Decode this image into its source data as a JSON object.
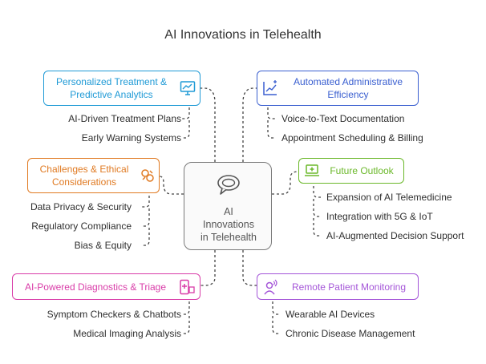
{
  "title": "AI Innovations in Telehealth",
  "center": {
    "label_lines": [
      "AI",
      "Innovations",
      "in Telehealth"
    ],
    "icon": "speech-bubble-icon"
  },
  "colors": {
    "personalized": "#1f9ad6",
    "automated": "#3a5fd0",
    "challenges": "#e07a22",
    "future": "#6bb82a",
    "diagnostics": "#d93ca8",
    "monitoring": "#a455d8"
  },
  "branches": {
    "personalized": {
      "label_lines": [
        "Personalized Treatment &",
        "Predictive Analytics"
      ],
      "icon": "analytics-monitor-icon",
      "items": [
        "AI-Driven Treatment Plans",
        "Early Warning Systems"
      ]
    },
    "automated": {
      "label_lines": [
        "Automated Administrative",
        "Efficiency"
      ],
      "icon": "chart-growth-icon",
      "items": [
        "Voice-to-Text Documentation",
        "Appointment Scheduling & Billing"
      ]
    },
    "challenges": {
      "label_lines": [
        "Challenges & Ethical",
        "Considerations"
      ],
      "icon": "handshake-icon",
      "items": [
        "Data Privacy & Security",
        "Regulatory Compliance",
        "Bias & Equity"
      ]
    },
    "future": {
      "label_lines": [
        "Future Outlook"
      ],
      "icon": "laptop-plus-icon",
      "items": [
        "Expansion of AI Telemedicine",
        "Integration with 5G & IoT",
        "AI-Augmented Decision Support"
      ]
    },
    "diagnostics": {
      "label_lines": [
        "AI-Powered Diagnostics & Triage"
      ],
      "icon": "mobile-medical-icon",
      "items": [
        "Symptom Checkers & Chatbots",
        "Medical Imaging Analysis"
      ]
    },
    "monitoring": {
      "label_lines": [
        "Remote Patient Monitoring"
      ],
      "icon": "patient-signal-icon",
      "items": [
        "Wearable AI Devices",
        "Chronic Disease Management"
      ]
    }
  }
}
